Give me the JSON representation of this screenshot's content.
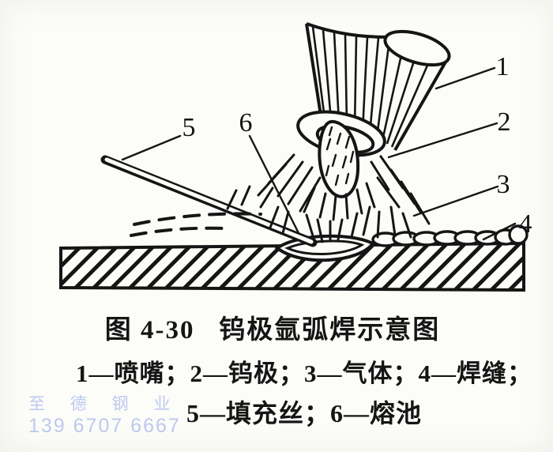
{
  "figure": {
    "caption": "图 4-30   钨极氩弧焊示意图",
    "legend_line_1": "1—喷嘴；2—钨极；3—气体；4—焊缝；",
    "legend_line_2": "5—填充丝；6—熔池",
    "callouts": {
      "c1": "1",
      "c2": "2",
      "c3": "3",
      "c4": "4",
      "c5": "5",
      "c6": "6"
    }
  },
  "watermark": {
    "line1": "至 德 钢 业",
    "line2": "139 6707 6667",
    "color": "#bdc9ee"
  },
  "colors": {
    "ink": "#151515",
    "paper": "#fcfcf9"
  }
}
